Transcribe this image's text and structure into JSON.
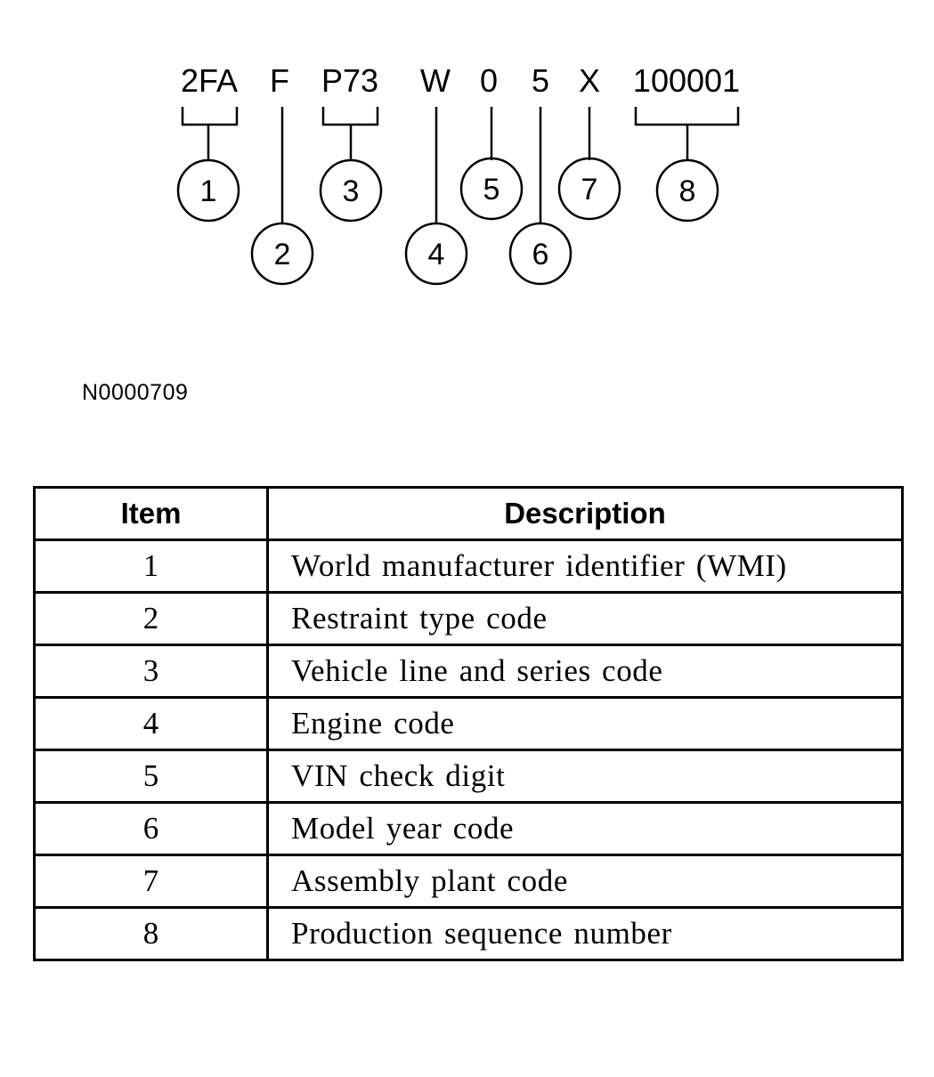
{
  "vin_segments": [
    {
      "text": "2FA",
      "callout": "1"
    },
    {
      "text": "F",
      "callout": "2"
    },
    {
      "text": "P73",
      "callout": "3"
    },
    {
      "text": "W",
      "callout": "4"
    },
    {
      "text": "0",
      "callout": "5"
    },
    {
      "text": "5",
      "callout": "6"
    },
    {
      "text": "X",
      "callout": "7"
    },
    {
      "text": "100001",
      "callout": "8"
    }
  ],
  "figure_id": "N0000709",
  "table": {
    "headers": {
      "item": "Item",
      "description": "Description"
    },
    "rows": [
      {
        "item": "1",
        "description": "World manufacturer identifier (WMI)"
      },
      {
        "item": "2",
        "description": "Restraint type code"
      },
      {
        "item": "3",
        "description": "Vehicle line and series code"
      },
      {
        "item": "4",
        "description": "Engine code"
      },
      {
        "item": "5",
        "description": "VIN check digit"
      },
      {
        "item": "6",
        "description": "Model year code"
      },
      {
        "item": "7",
        "description": "Assembly plant code"
      },
      {
        "item": "8",
        "description": "Production sequence number"
      }
    ]
  }
}
